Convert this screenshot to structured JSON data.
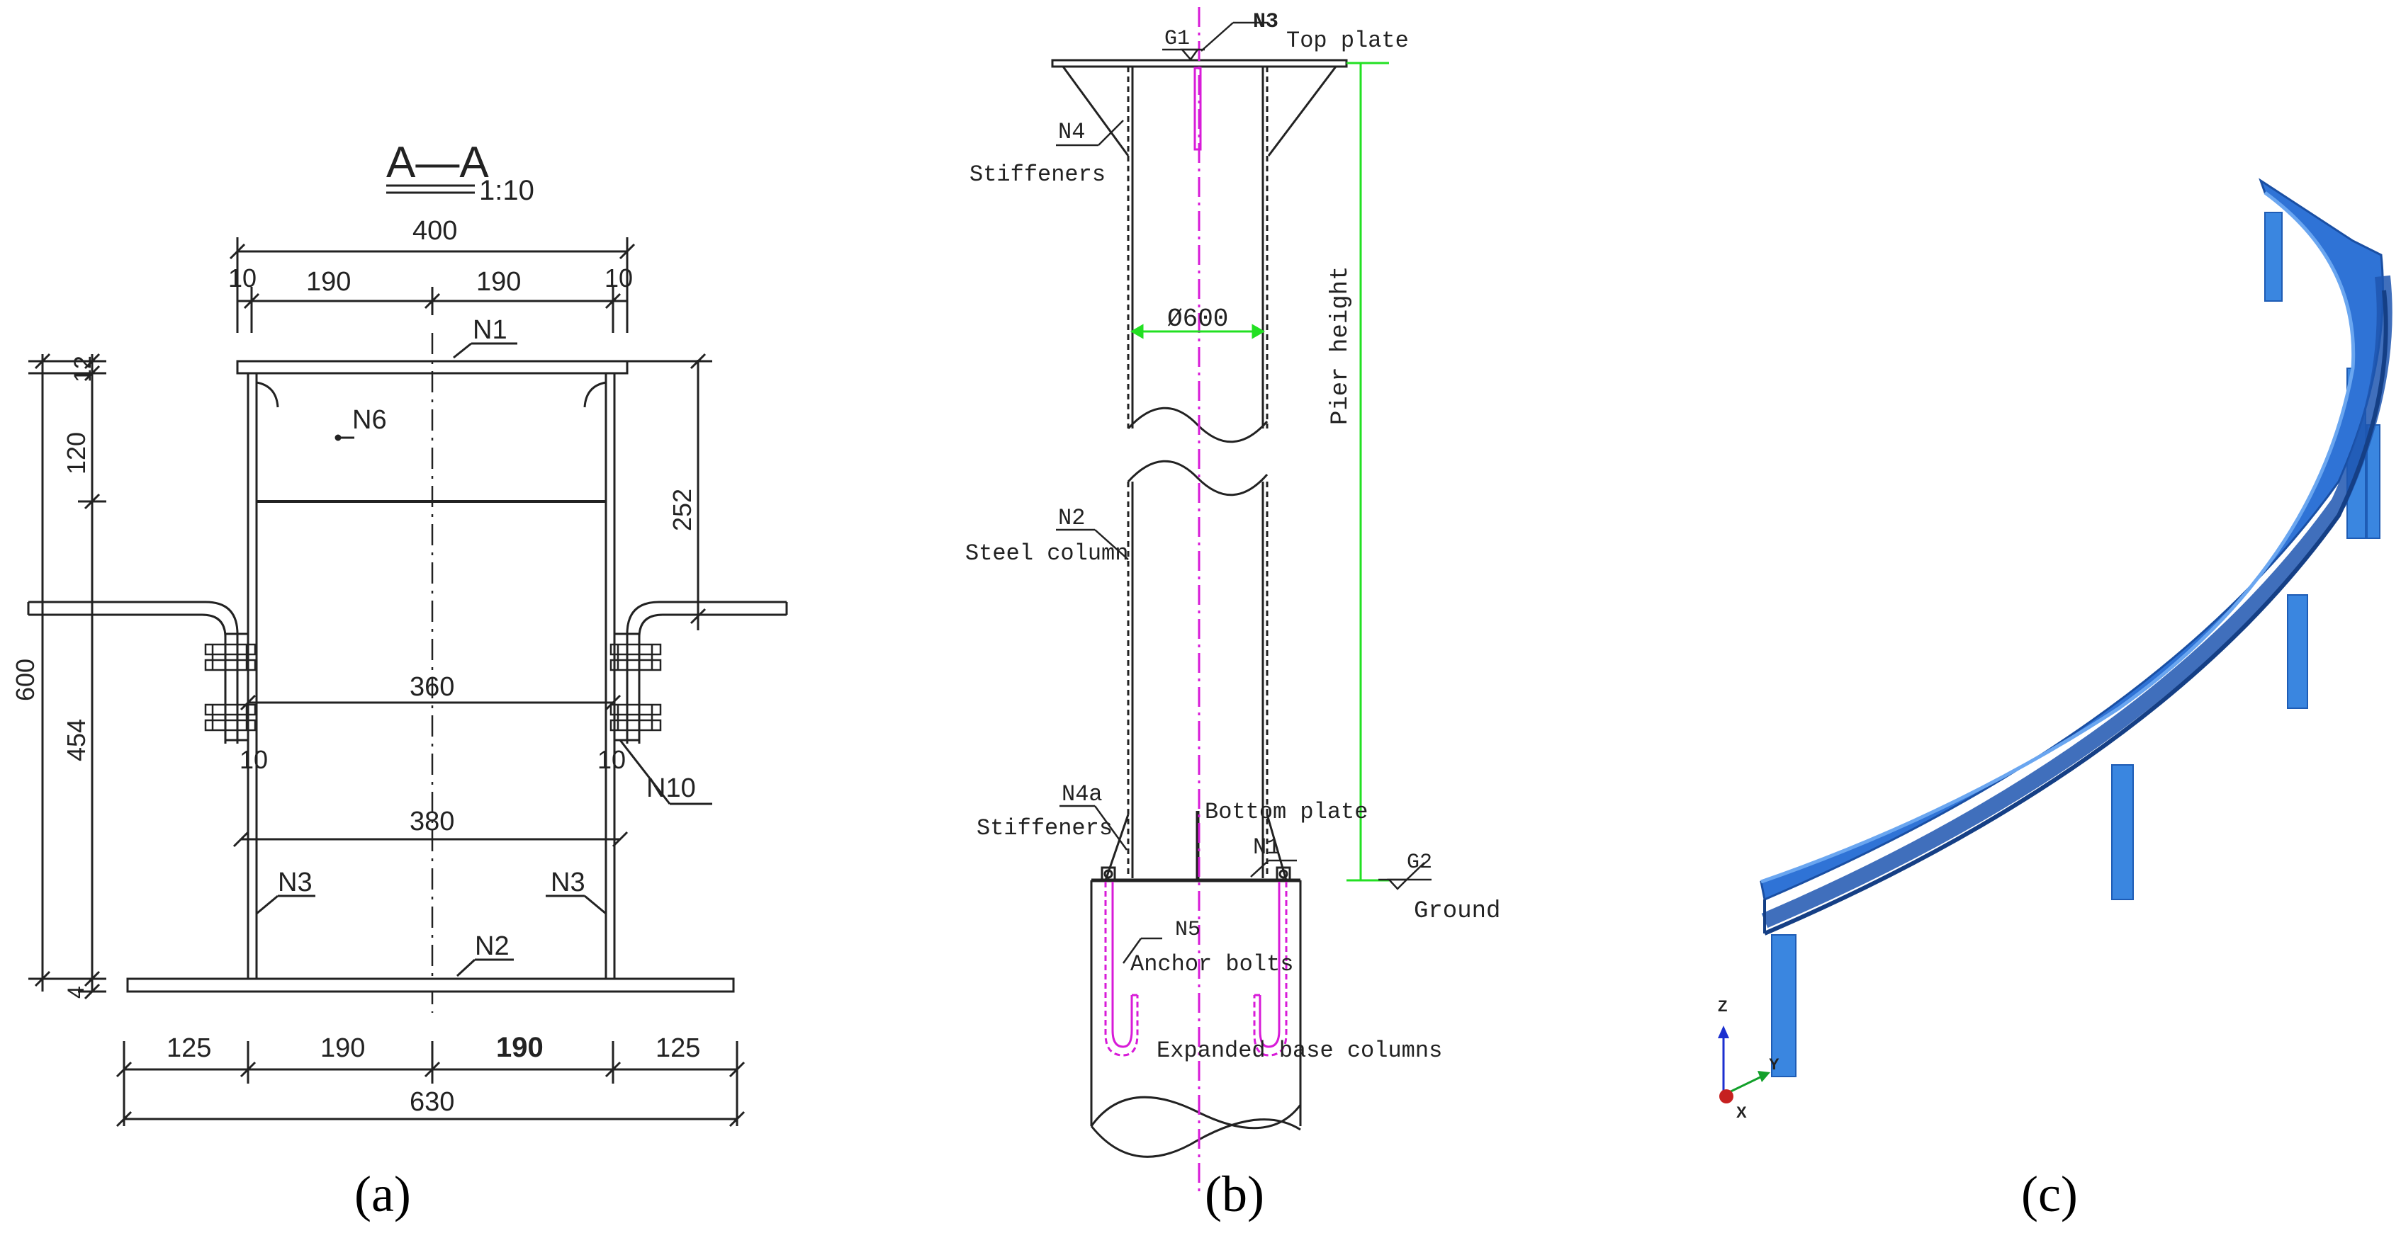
{
  "panel_a": {
    "section_title": "A—A",
    "scale": "1:10",
    "dims": {
      "top_total": "400",
      "top_left_edge": "10",
      "top_left_half": "190",
      "top_right_half": "190",
      "top_right_edge": "10",
      "left_12": "12",
      "left_120": "120",
      "left_600": "600",
      "left_454": "454",
      "left_4": "4",
      "right_252": "252",
      "mid_360": "360",
      "mid_380": "380",
      "left_10": "10",
      "right_10": "10",
      "bot_125_left": "125",
      "bot_190_left": "190",
      "bot_190_right": "190",
      "bot_125_right": "125",
      "bot_total": "630"
    },
    "labels": {
      "n1": "N1",
      "n6": "N6",
      "n10": "N10",
      "n3_left": "N3",
      "n3_right": "N3",
      "n2": "N2"
    },
    "caption": "(a)"
  },
  "panel_b": {
    "labels": {
      "g1": "G1",
      "n3": "N3",
      "top_plate": "Top plate",
      "n4": "N4",
      "stiffeners_top": "Stiffeners",
      "diameter": "Ø600",
      "pier_height": "Pier height",
      "n2": "N2",
      "steel_column": "Steel column",
      "n4a": "N4a",
      "stiffeners_bottom": "Stiffeners",
      "bottom_plate": "Bottom plate",
      "n1": "N1",
      "g2": "G2",
      "ground": "Ground",
      "n5": "N5",
      "anchor_bolts": "Anchor bolts",
      "expanded_base": "Expanded base columns"
    },
    "caption": "(b)"
  },
  "panel_c": {
    "axes": {
      "z": "Z",
      "y": "Y",
      "x": "X"
    },
    "caption": "(c)",
    "colors": {
      "beam": "#2f73d6",
      "beam_dark": "#1f56b0",
      "pier": "#3a86e0"
    }
  }
}
